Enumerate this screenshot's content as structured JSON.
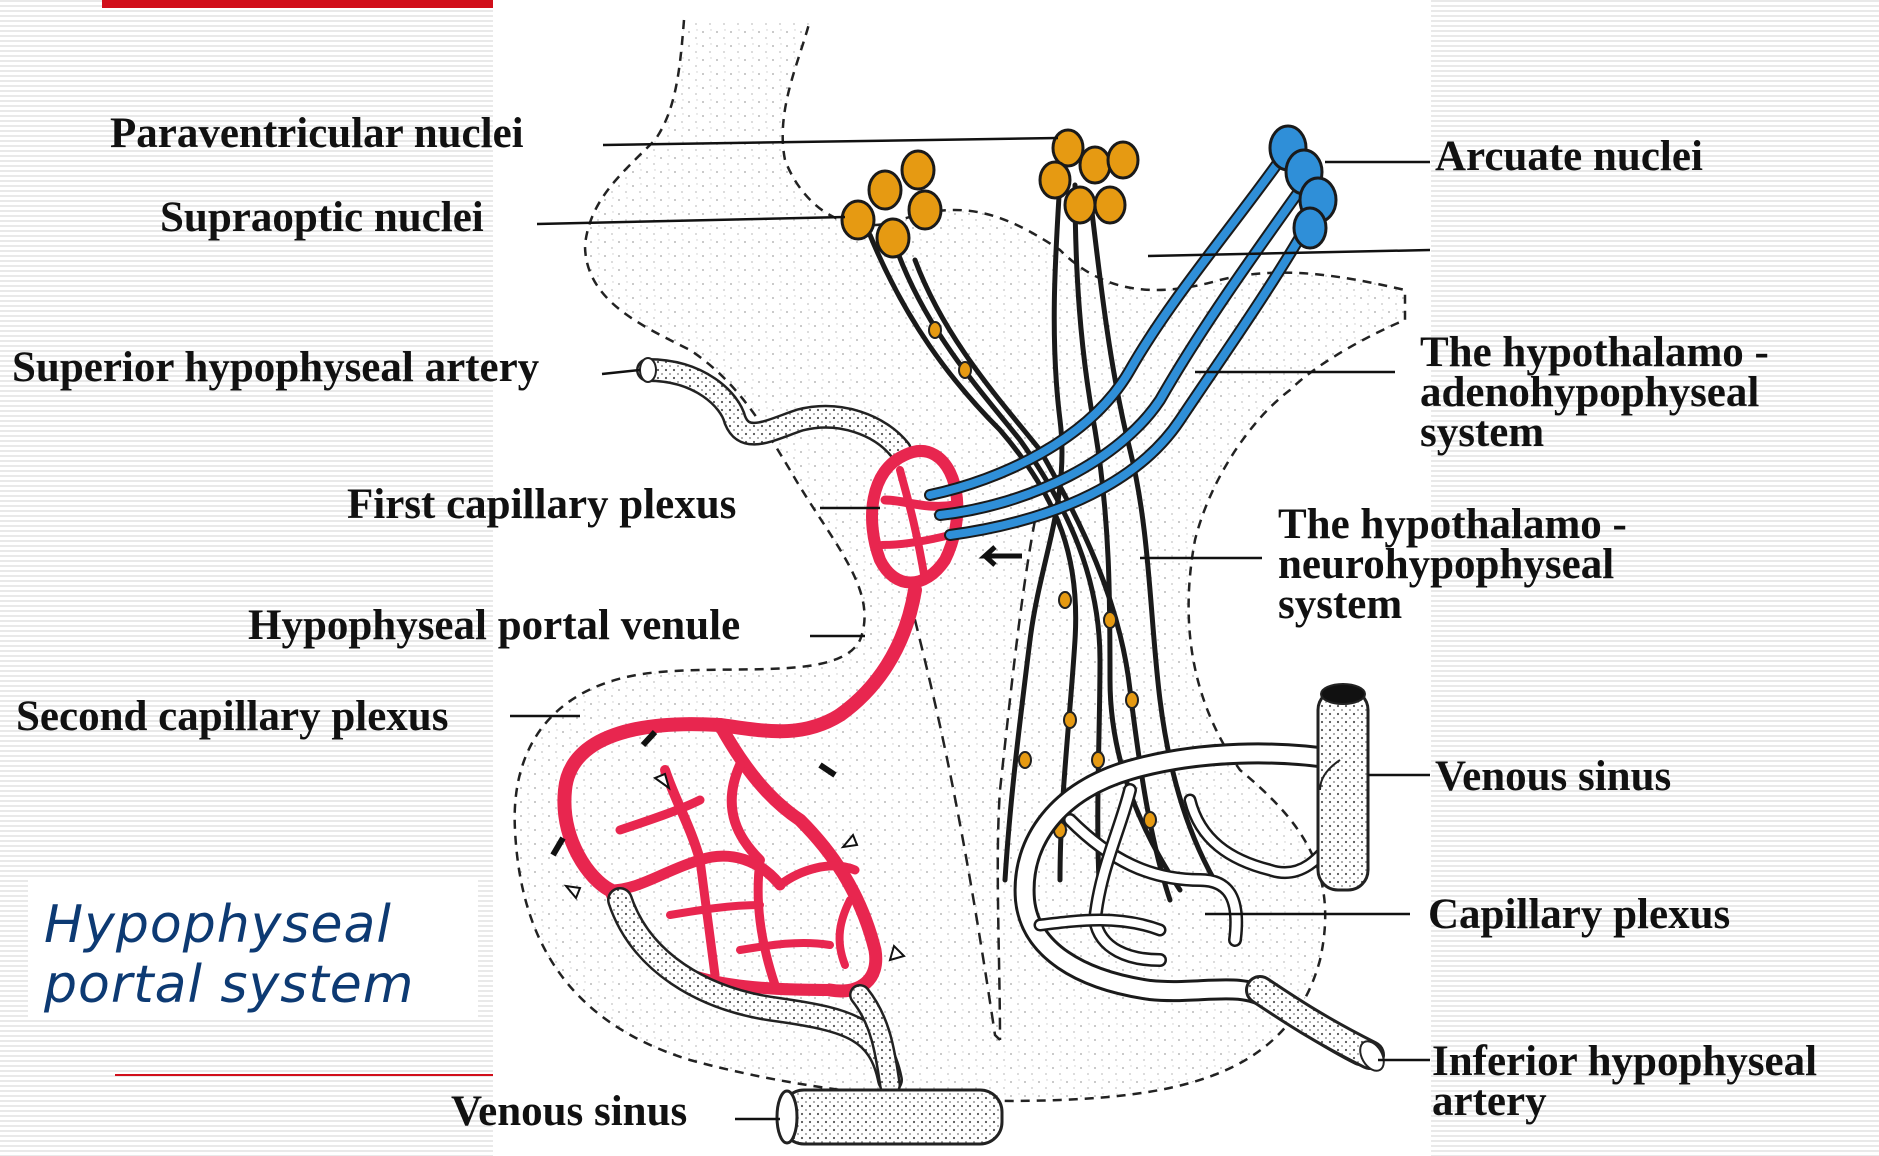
{
  "title": {
    "line1": "Hypophyseal",
    "line2": "portal system",
    "color": "#0d3a73"
  },
  "accent_color": "#d10f1b",
  "labels": {
    "paraventricular_nuclei": "Paraventricular nuclei",
    "supraoptic_nuclei": "Supraoptic nuclei",
    "superior_hypophyseal_artery": "Superior hypophyseal artery",
    "first_capillary_plexus": "First capillary plexus",
    "hypophyseal_portal_venule": "Hypophyseal portal venule",
    "second_capillary_plexus": "Second capillary plexus",
    "venous_sinus_bottom": "Venous sinus",
    "arcuate_nuclei": "Arcuate nuclei",
    "hypothalamo_adeno": {
      "line1": "The hypothalamo -",
      "line2": "adenohypophyseal",
      "line3": "system"
    },
    "hypothalamo_neuro": {
      "line1": "The hypothalamo -",
      "line2": "neurohypophyseal",
      "line3": "system"
    },
    "venous_sinus_right": "Venous sinus",
    "capillary_plexus": "Capillary plexus",
    "inferior_hypophyseal_artery": {
      "line1": "Inferior hypophyseal",
      "line2": "artery"
    }
  },
  "colors": {
    "portal_vessels": "#e8264f",
    "arcuate_neurons": "#2f8fd8",
    "neurosecretory_neurons": "#e69a12",
    "outline": "#1a1a1a",
    "stipple": "#c9c9c9"
  }
}
